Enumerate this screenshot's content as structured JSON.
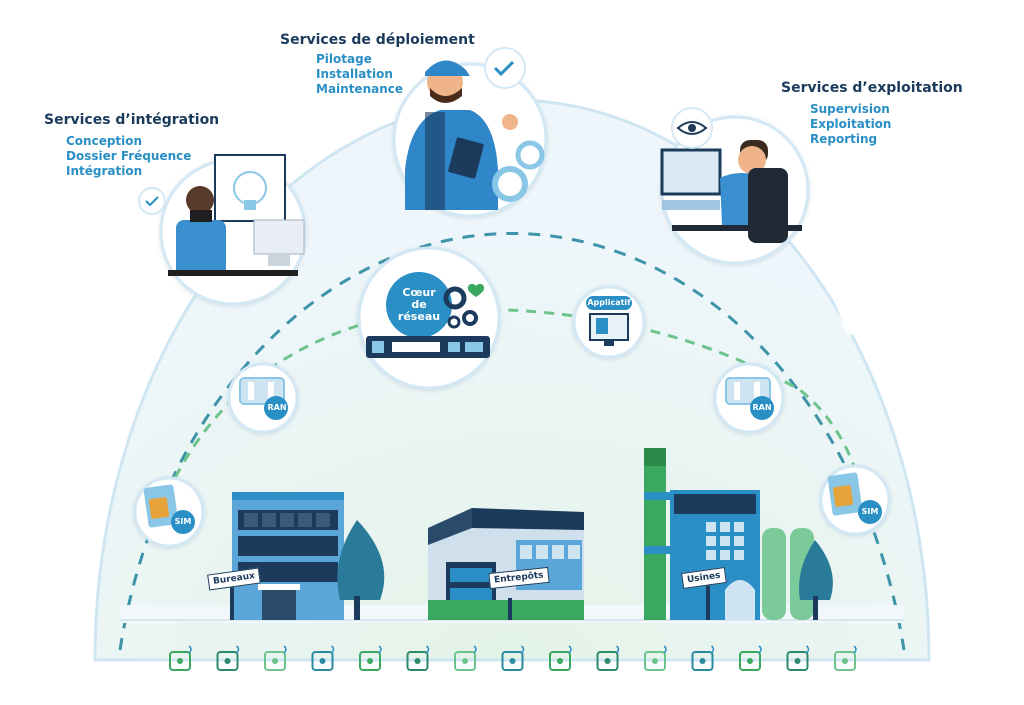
{
  "services": {
    "integration": {
      "title": "Services d’intégration",
      "items": [
        "Conception",
        "Dossier Fréquence",
        "Intégration"
      ]
    },
    "deployment": {
      "title": "Services de déploiement",
      "items": [
        "Pilotage",
        "Installation",
        "Maintenance"
      ]
    },
    "operation": {
      "title": "Services d’exploitation",
      "items": [
        "Supervision",
        "Exploitation",
        "Reporting"
      ]
    }
  },
  "nodes": {
    "core": [
      "Cœur",
      "de",
      "réseau"
    ],
    "app": "Applicatif",
    "ran_left": "RAN",
    "ran_right": "RAN",
    "sim_left": "SIM",
    "sim_right": "SIM"
  },
  "sites": {
    "offices": "Bureaux",
    "warehouses": "Entrepôts",
    "factories": "Usines"
  },
  "devices": [
    "smartphone-icon",
    "handheld-radio-icon",
    "sensor-icon",
    "smart-glasses-icon",
    "dome-camera-icon",
    "cctv-camera-icon",
    "machine-icon",
    "robot-arm-icon",
    "conveyor-icon",
    "forklift-icon",
    "container-icon",
    "drone-icon",
    "bus-icon",
    "train-icon",
    "port-crane-icon"
  ],
  "colors": {
    "navy": "#1b3a5c",
    "blue": "#2a8fc5",
    "green": "#3aa85f",
    "teal": "#2a8aa0",
    "dashed": "#6cc48c"
  }
}
